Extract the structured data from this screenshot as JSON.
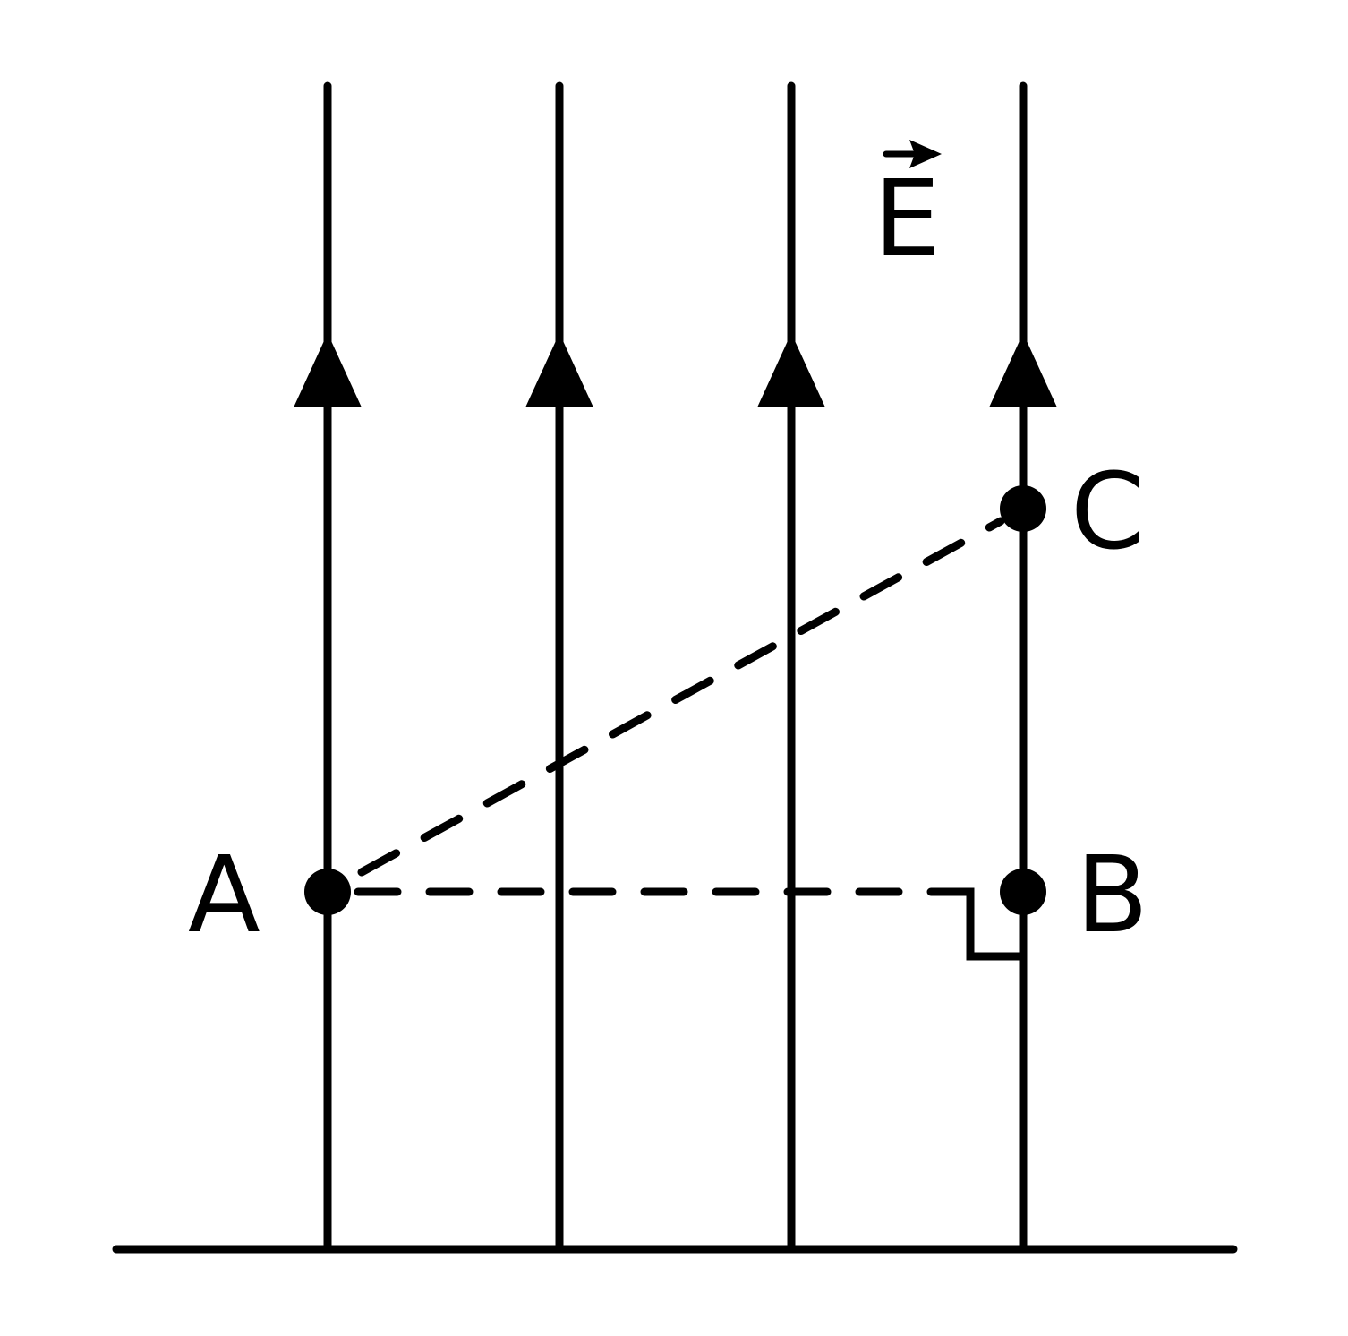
{
  "diagram": {
    "field_label": "E",
    "points": {
      "a": "A",
      "b": "B",
      "c": "C"
    },
    "colors": {
      "ink": "#000000",
      "background": "#ffffff"
    }
  }
}
